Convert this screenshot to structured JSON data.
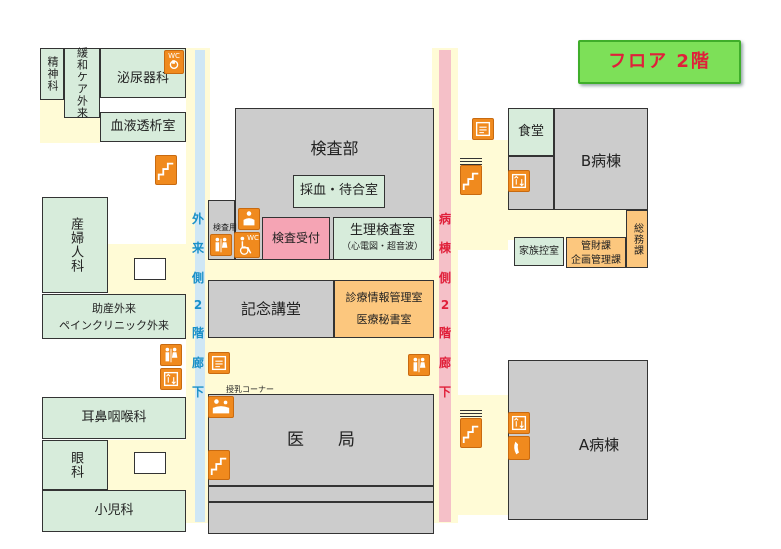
{
  "floor_label": "フロア 2階",
  "rooms": {
    "psychiatry": "精神科",
    "palliative": "緩和ケア外来",
    "urology": "泌尿器科",
    "dialysis": "血液透析室",
    "obgyn": "産婦人科",
    "midwife": "助産外来",
    "pain_clinic": "ペインクリニック外来",
    "ent": "耳鼻咽喉科",
    "eye": "眼科",
    "pediatrics": "小児科",
    "lab_dept": "検査部",
    "blood_wait": "採血・待合室",
    "lab_reception": "検査受付",
    "physio_lab": "生理検査室",
    "physio_sub": "（心電図・超音波）",
    "memorial_hall": "記念講堂",
    "medical_info": "診療情報管理室",
    "medical_secretary": "医療秘書室",
    "doctors_office": "医　　局",
    "cafeteria": "食堂",
    "ward_b": "B病棟",
    "ward_a": "A病棟",
    "family_room": "家族控室",
    "control_div": "管財課",
    "planning_div": "企画管理課",
    "general_affairs": "総務課",
    "lab_toilet_label": "検査用",
    "nursing_corner": "授乳コーナー"
  },
  "corridors": {
    "outpatient_chars": [
      "外",
      "来",
      "側",
      "2",
      "階",
      "廊",
      "下"
    ],
    "ward_chars": [
      "病",
      "棟",
      "側",
      "2",
      "階",
      "廊",
      "下"
    ]
  },
  "icons": {
    "wc": "WC",
    "wheelchair": "wheelchair-icon",
    "stairs": "stairs-icon",
    "elevator": "elevator-icon",
    "restroom": "restroom-icon",
    "phone": "phone-icon",
    "nursing": "nursing-icon",
    "info_board": "info-board-icon"
  },
  "colors": {
    "room_gray": "#cccccc",
    "room_mint": "#d7ecdb",
    "corridor_cream": "#fffbd6",
    "office_orange": "#fcc77e",
    "reception_pink": "#f5a4b4",
    "outpatient_corridor_blue": "#cfe7f5",
    "ward_corridor_pink": "#f5c0c8",
    "corridor_text_blue": "#1a90c8",
    "corridor_text_red": "#e0203a",
    "icon_orange": "#f08a1e",
    "floor_badge_green": "#7de058",
    "floor_badge_text": "#e0203a"
  }
}
